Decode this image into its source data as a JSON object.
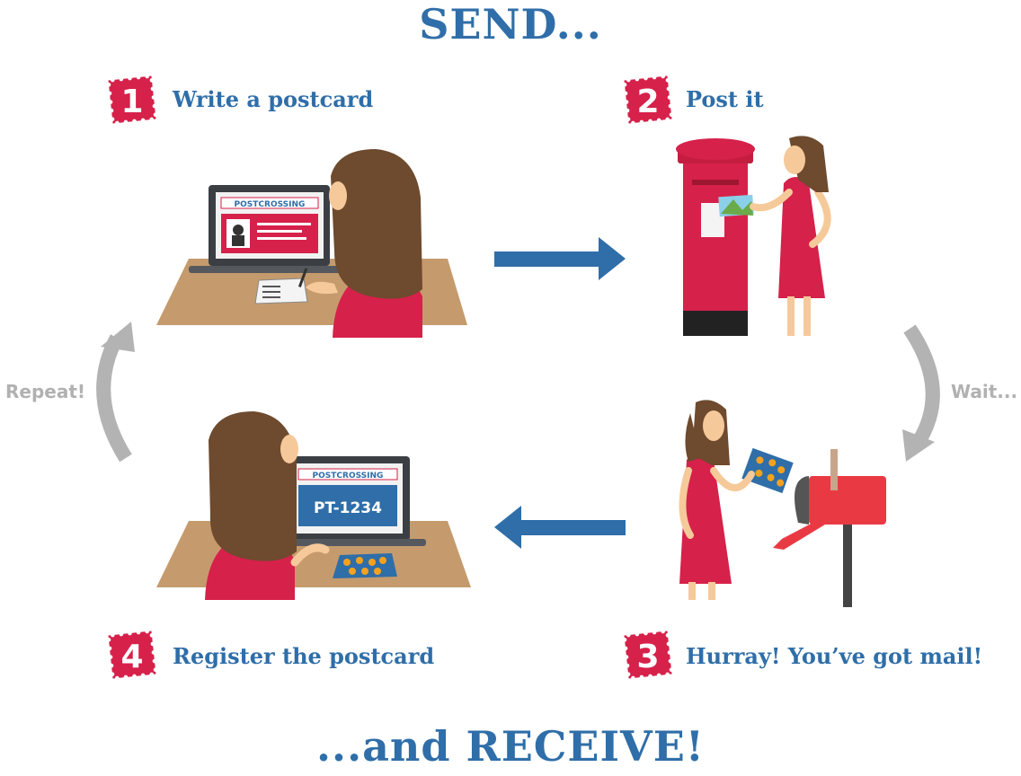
{
  "titles": {
    "top": "SEND...",
    "bottom": "...and RECEIVE!"
  },
  "steps": [
    {
      "number": "1",
      "label": "Write a postcard"
    },
    {
      "number": "2",
      "label": "Post it"
    },
    {
      "number": "3",
      "label": "Hurray! You’ve got mail!"
    },
    {
      "number": "4",
      "label": "Register the postcard"
    }
  ],
  "side_labels": {
    "wait": "Wait...",
    "repeat": "Repeat!"
  },
  "screen": {
    "brand": "POSTCROSSING",
    "code": "PT-1234"
  },
  "colors": {
    "primary_blue": "#2f6ea8",
    "accent_red": "#d6214a",
    "gray_arrow": "#b3b3b3",
    "desk": "#c59b6d",
    "hair": "#6e4a2e"
  }
}
